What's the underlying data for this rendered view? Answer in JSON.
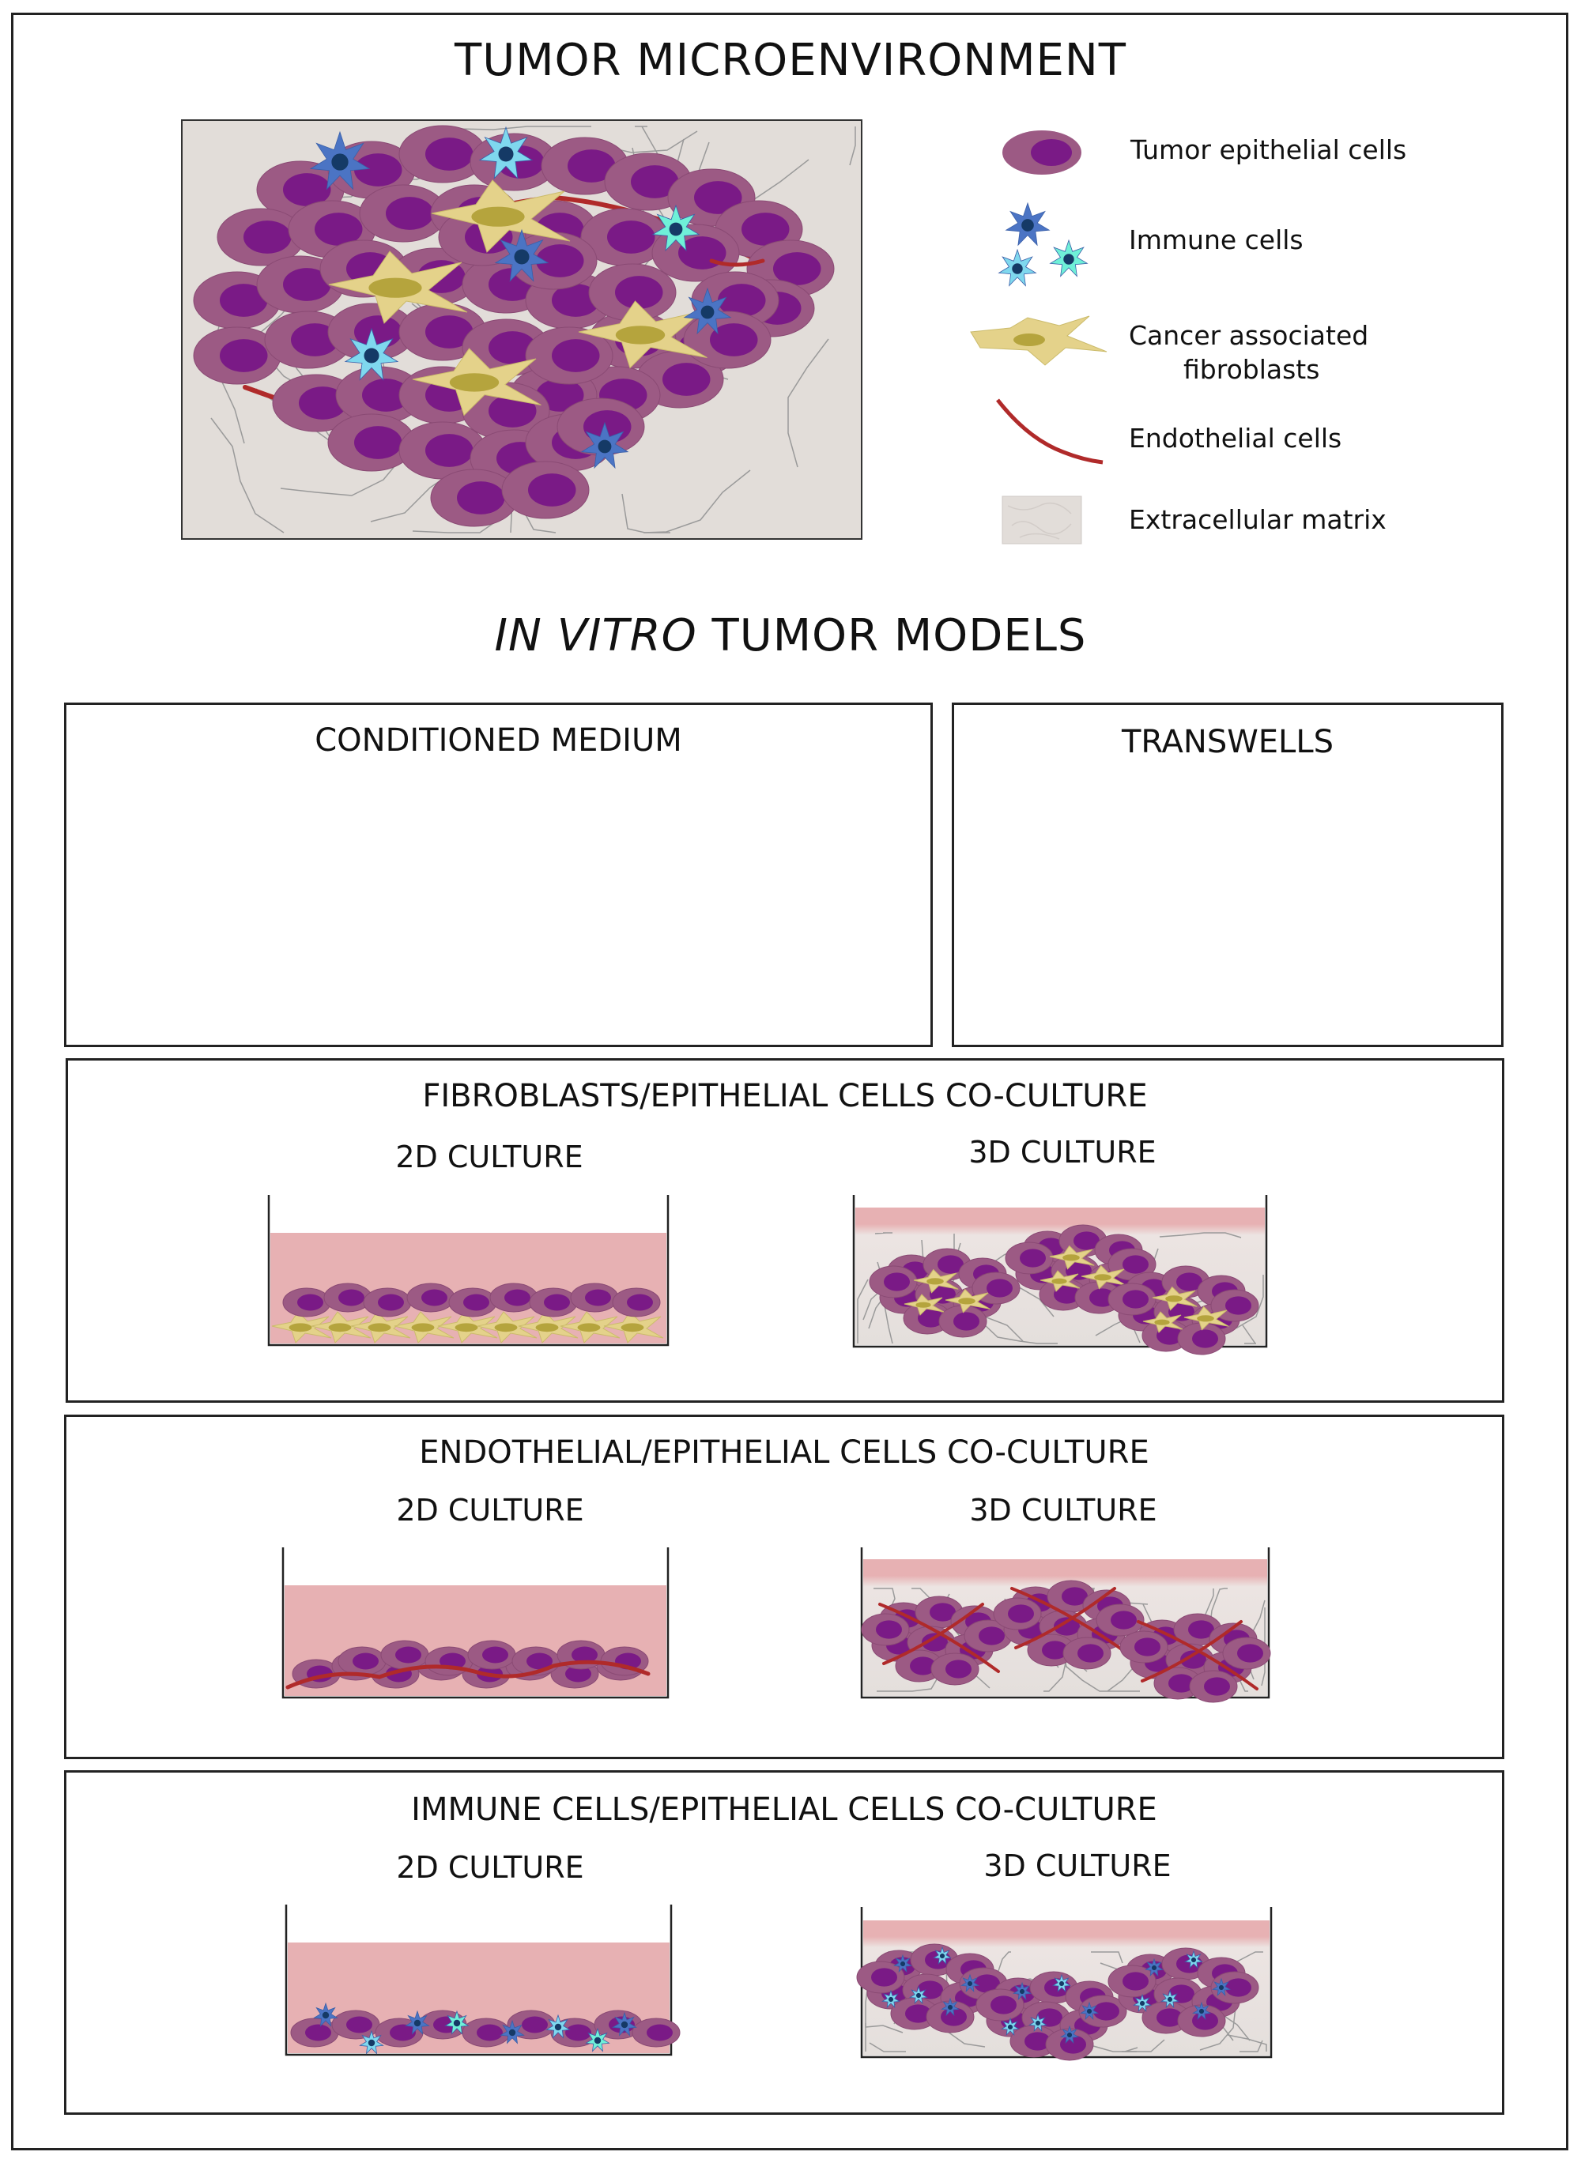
{
  "section1": {
    "title": "TUMOR MICROENVIRONMENT",
    "legend": [
      {
        "label": "Tumor epithelial cells",
        "icon": "tumor-epithelial-cell-icon"
      },
      {
        "label": "Immune cells",
        "icon": "immune-cells-icon"
      },
      {
        "label_line1": "Cancer associated",
        "label_line2": "fibroblasts",
        "icon": "fibroblast-icon"
      },
      {
        "label": "Endothelial cells",
        "icon": "endothelial-cell-icon"
      },
      {
        "label": "Extracellular matrix",
        "icon": "extracellular-matrix-icon"
      }
    ]
  },
  "section2": {
    "title_italic": "IN VITRO",
    "title_rest": " TUMOR MODELS",
    "conditioned_medium": {
      "title": "CONDITIONED MEDIUM"
    },
    "transwells": {
      "title": "TRANSWELLS"
    },
    "fibroblasts": {
      "title": "FIBROBLASTS/EPITHELIAL CELLS CO-CULTURE",
      "left": "2D CULTURE",
      "right": "3D CULTURE"
    },
    "endothelial": {
      "title": "ENDOTHELIAL/EPITHELIAL CELLS CO-CULTURE",
      "left": "2D CULTURE",
      "right": "3D CULTURE"
    },
    "immune": {
      "title": "IMMUNE CELLS/EPITHELIAL CELLS CO-CULTURE",
      "left": "2D CULTURE",
      "right": "3D CULTURE"
    }
  },
  "colors": {
    "cell_body": "#9c5a84",
    "nucleus": "#7a1a86",
    "fibroblast": "#e4d28a",
    "fibroblast_nucleus": "#b5a43d",
    "endothelial": "#b02a2a",
    "immune_dark": "#4b74c4",
    "immune_light": "#7fd8ee",
    "immune_cyan": "#6ff0d8",
    "ecm": "#e2ddd9",
    "medium_pink": "#e7b1b3",
    "medium_peach": "#fde0c7",
    "stroma_orange": "#f7903e"
  }
}
